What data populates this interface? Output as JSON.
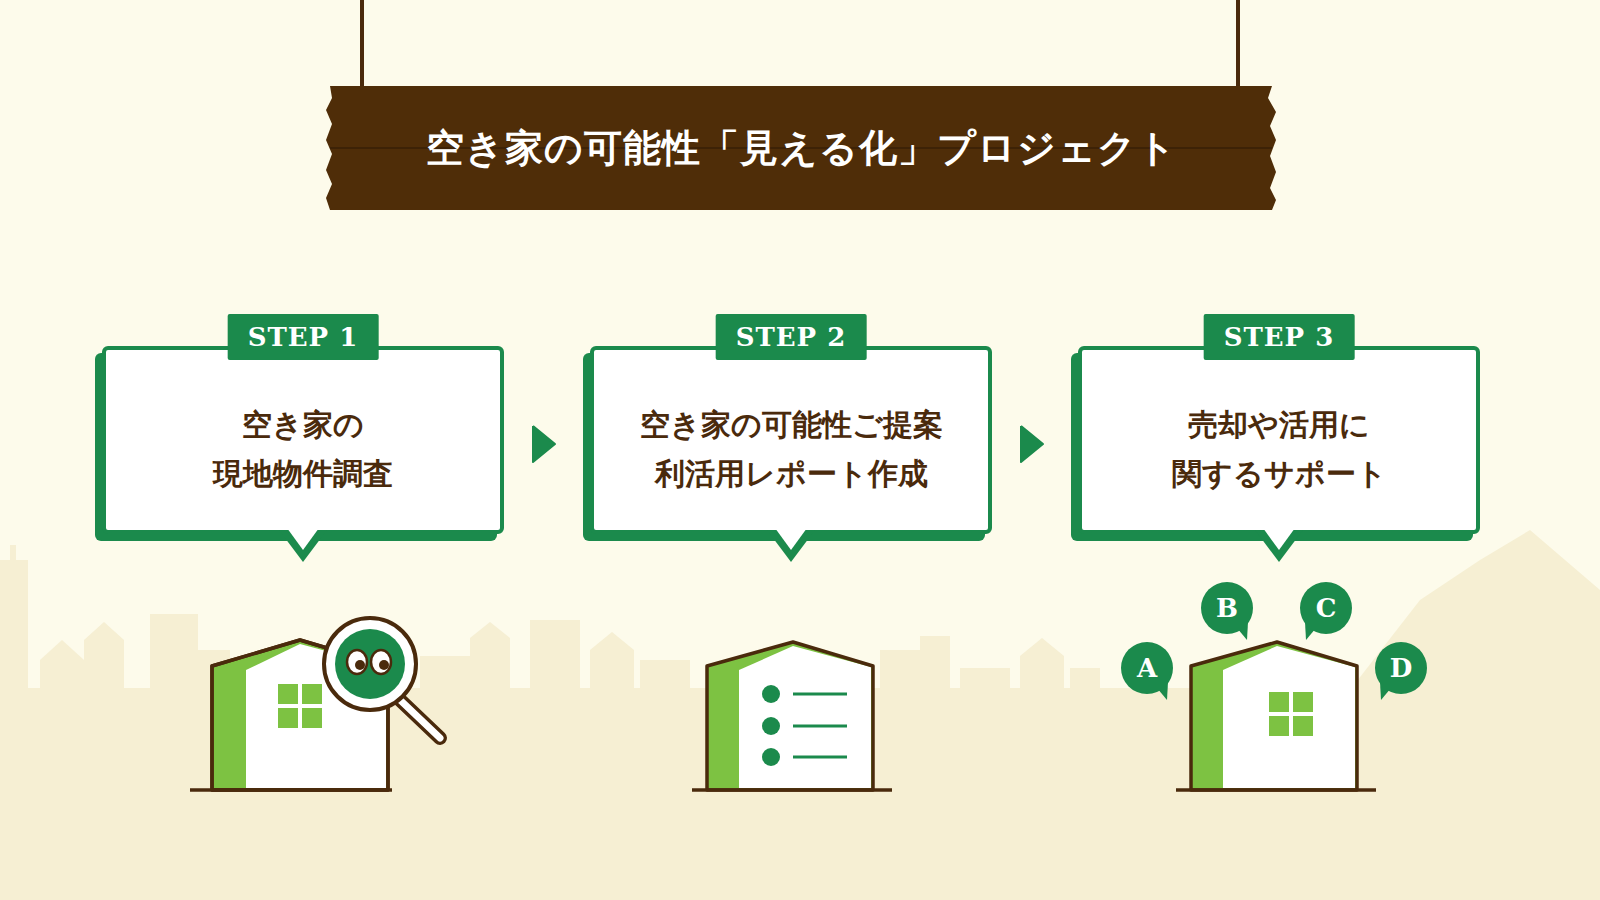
{
  "diagram": {
    "title": "空き家の可能性「見える化」プロジェクト",
    "nodes": [
      {
        "text": [
          "STEP 1",
          "空き家の 現地物件調査"
        ]
      },
      {
        "text": [
          "STEP 2",
          "空き家の可能性ご提案 利活用レポート作成"
        ]
      },
      {
        "text": [
          "STEP 3",
          "売却や活用に 関するサポート"
        ]
      },
      {
        "text": [
          "A"
        ]
      },
      {
        "text": [
          "B"
        ]
      },
      {
        "text": [
          "C"
        ]
      },
      {
        "text": [
          "D"
        ]
      }
    ],
    "edges": [
      {
        "from": 0,
        "to": 1,
        "arrow": "to"
      },
      {
        "from": 1,
        "to": 2,
        "arrow": "to"
      }
    ]
  }
}
